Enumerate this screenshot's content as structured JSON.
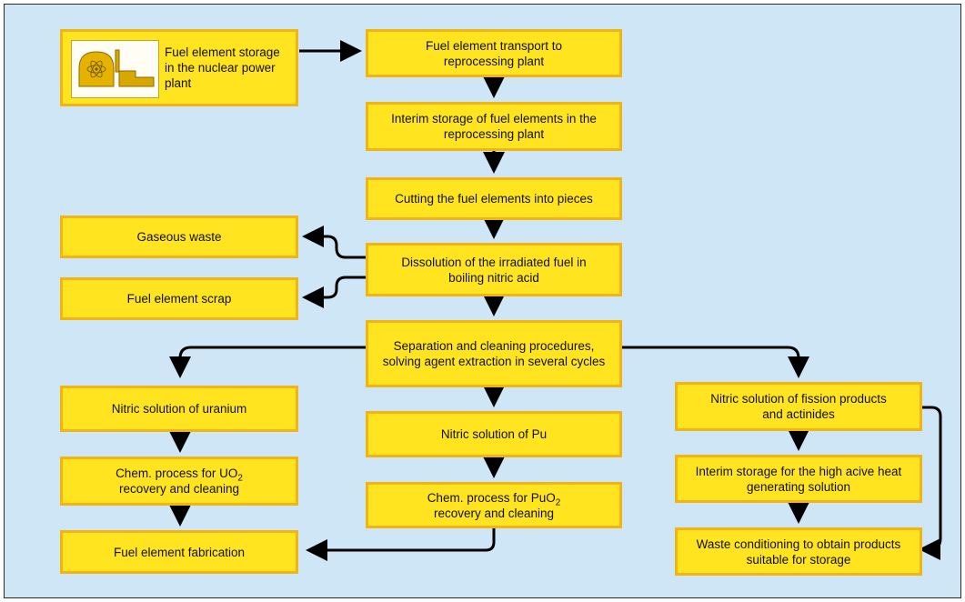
{
  "nodes": {
    "storage_npp": "Fuel element storage in the nuclear power plant",
    "transport": "Fuel element transport to reprocessing plant",
    "interim_storage": "Interim storage of fuel elements in the reprocessing plant",
    "cutting": "Cutting the fuel elements into pieces",
    "gaseous_waste": "Gaseous waste",
    "dissolution": "Dissolution of the irradiated fuel in boiling nitric acid",
    "scrap": "Fuel element scrap",
    "separation": "Separation and cleaning procedures, solving agent extraction in several cycles",
    "nitric_uranium": "Nitric solution of uranium",
    "nitric_pu": "Nitric solution of Pu",
    "nitric_fission": "Nitric solution of fission products and actinides",
    "chem_uo2_a": "Chem. process for UO",
    "chem_uo2_sub": "2",
    "chem_uo2_b": "recovery and cleaning",
    "chem_puo2_a": "Chem. process for PuO",
    "chem_puo2_sub": "2",
    "chem_puo2_b": "recovery and cleaning",
    "interim_high": "Interim storage for the high acive heat generating solution",
    "fabrication": "Fuel element fabrication",
    "waste_conditioning": "Waste conditioning to obtain products suitable for storage"
  },
  "colors": {
    "background": "#cfe6f7",
    "box_fill": "#ffe41f",
    "box_border": "#f0b414",
    "arrow": "#000000"
  }
}
